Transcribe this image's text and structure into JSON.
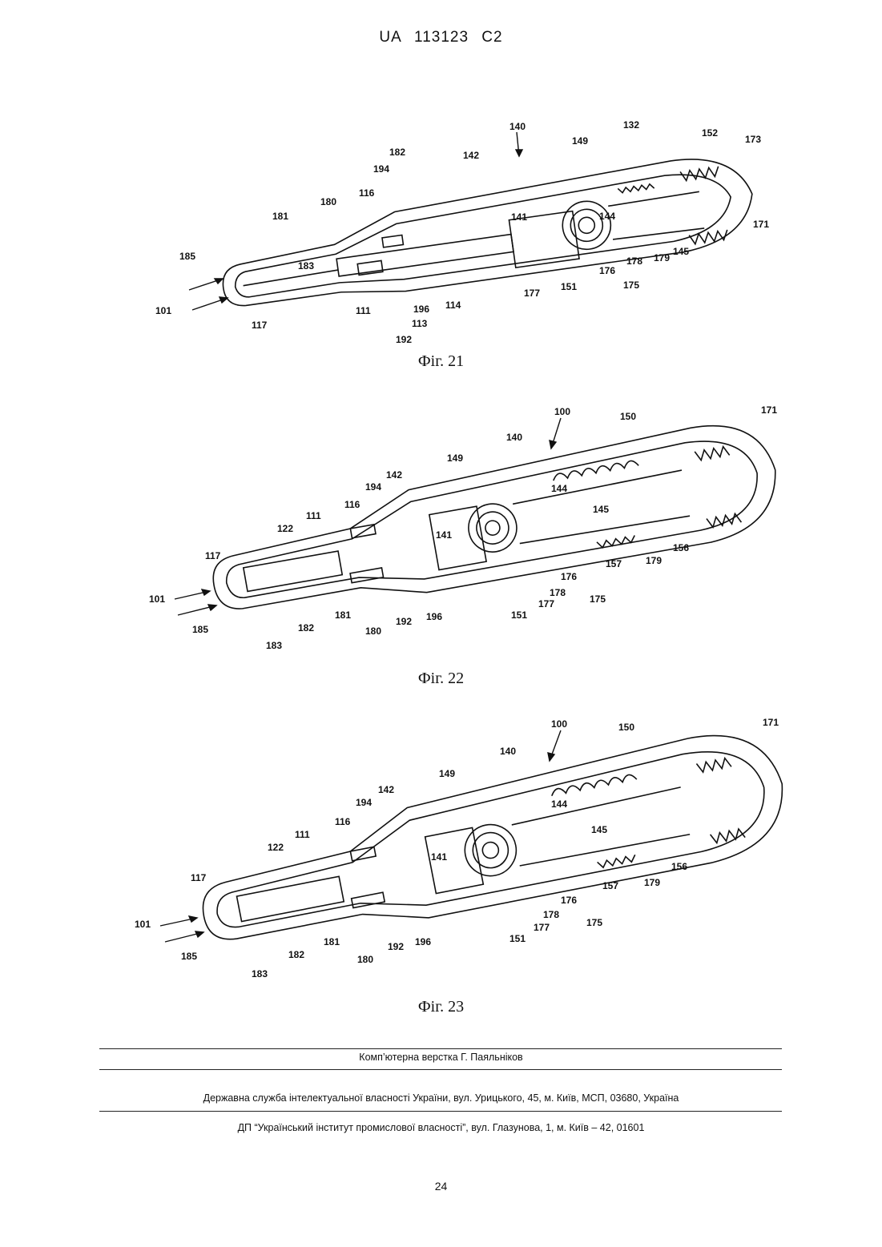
{
  "header": {
    "patent_number": "UA   113123   C2"
  },
  "figures": [
    {
      "caption": "Фіг. 21",
      "labels": [
        "140",
        "132",
        "149",
        "152",
        "173",
        "182",
        "142",
        "194",
        "116",
        "180",
        "181",
        "141",
        "144",
        "171",
        "185",
        "183",
        "145",
        "178",
        "179",
        "176",
        "175",
        "177",
        "151",
        "114",
        "111",
        "196",
        "113",
        "101",
        "117",
        "192"
      ]
    },
    {
      "caption": "Фіг. 22",
      "labels": [
        "100",
        "150",
        "171",
        "140",
        "149",
        "142",
        "194",
        "144",
        "116",
        "145",
        "111",
        "122",
        "141",
        "156",
        "117",
        "157",
        "179",
        "176",
        "178",
        "175",
        "101",
        "177",
        "151",
        "196",
        "192",
        "181",
        "182",
        "185",
        "180",
        "183"
      ]
    },
    {
      "caption": "Фіг. 23",
      "labels": [
        "100",
        "150",
        "171",
        "140",
        "149",
        "142",
        "194",
        "144",
        "116",
        "145",
        "111",
        "122",
        "141",
        "156",
        "117",
        "157",
        "179",
        "176",
        "178",
        "175",
        "101",
        "177",
        "151",
        "196",
        "192",
        "181",
        "182",
        "185",
        "180",
        "183"
      ]
    }
  ],
  "footer": {
    "layout_credit": "Комп’ютерна верстка Г. Паяльніков",
    "agency": "Державна служба інтелектуальної власності України, вул. Урицького, 45, м. Київ, МСП, 03680, Україна",
    "institute": "ДП “Український інститут промислової власності”, вул. Глазунова, 1, м. Київ – 42, 01601"
  },
  "page_number": "24"
}
